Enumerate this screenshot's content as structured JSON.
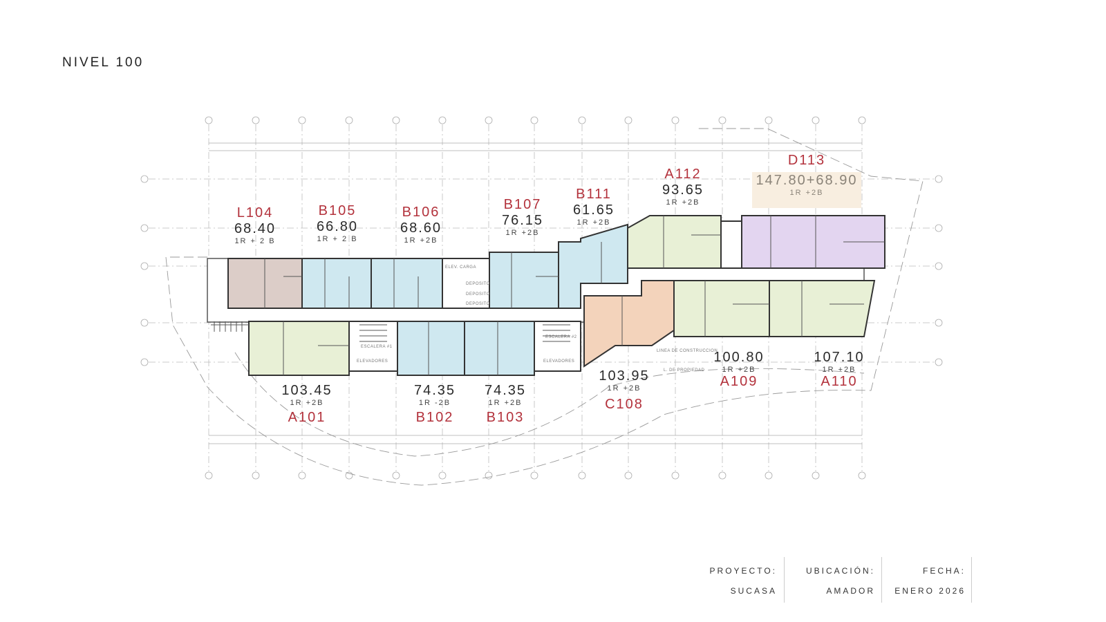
{
  "title": "NIVEL 100",
  "colors": {
    "label_red": "#b3323c",
    "blue": "#cfe8f0",
    "green": "#e8f0d6",
    "brown": "#dccdc8",
    "orange": "#f3d3bb",
    "purple": "#e3d5f0"
  },
  "units": [
    {
      "code": "L104",
      "area": "68.40",
      "type": "1R + 2 B"
    },
    {
      "code": "B105",
      "area": "66.80",
      "type": "1R + 2 B"
    },
    {
      "code": "B106",
      "area": "68.60",
      "type": "1R +2B"
    },
    {
      "code": "B107",
      "area": "76.15",
      "type": "1R +2B"
    },
    {
      "code": "B111",
      "area": "61.65",
      "type": "1R +2B"
    },
    {
      "code": "A112",
      "area": "93.65",
      "type": "1R +2B"
    },
    {
      "code": "D113",
      "area": "147.80+68.90",
      "type": "1R +2B"
    },
    {
      "code": "A101",
      "area": "103.45",
      "type": "1R +2B"
    },
    {
      "code": "B102",
      "area": "74.35",
      "type": "1R -2B"
    },
    {
      "code": "B103",
      "area": "74.35",
      "type": "1R +2B"
    },
    {
      "code": "C108",
      "area": "103.95",
      "type": "1R +2B"
    },
    {
      "code": "A109",
      "area": "100.80",
      "type": "1R +2B"
    },
    {
      "code": "A110",
      "area": "107.10",
      "type": "1R +2B"
    }
  ],
  "annotations": {
    "stair1": "ESCALERA #1",
    "stair2": "ESCALERA #2",
    "elevators": "ELEVADORES",
    "storage": "DEPOSITO",
    "freight": "ELEV. CARGA",
    "construction_line": "LINEA DE CONSTRUCCION",
    "property_line": "L. DE PROPIEDAD"
  },
  "footer": {
    "project_label": "PROYECTO:",
    "project_value": "SUCASA",
    "location_label": "UBICACIÓN:",
    "location_value": "AMADOR",
    "date_label": "FECHA:",
    "date_value": "ENERO 2026"
  }
}
